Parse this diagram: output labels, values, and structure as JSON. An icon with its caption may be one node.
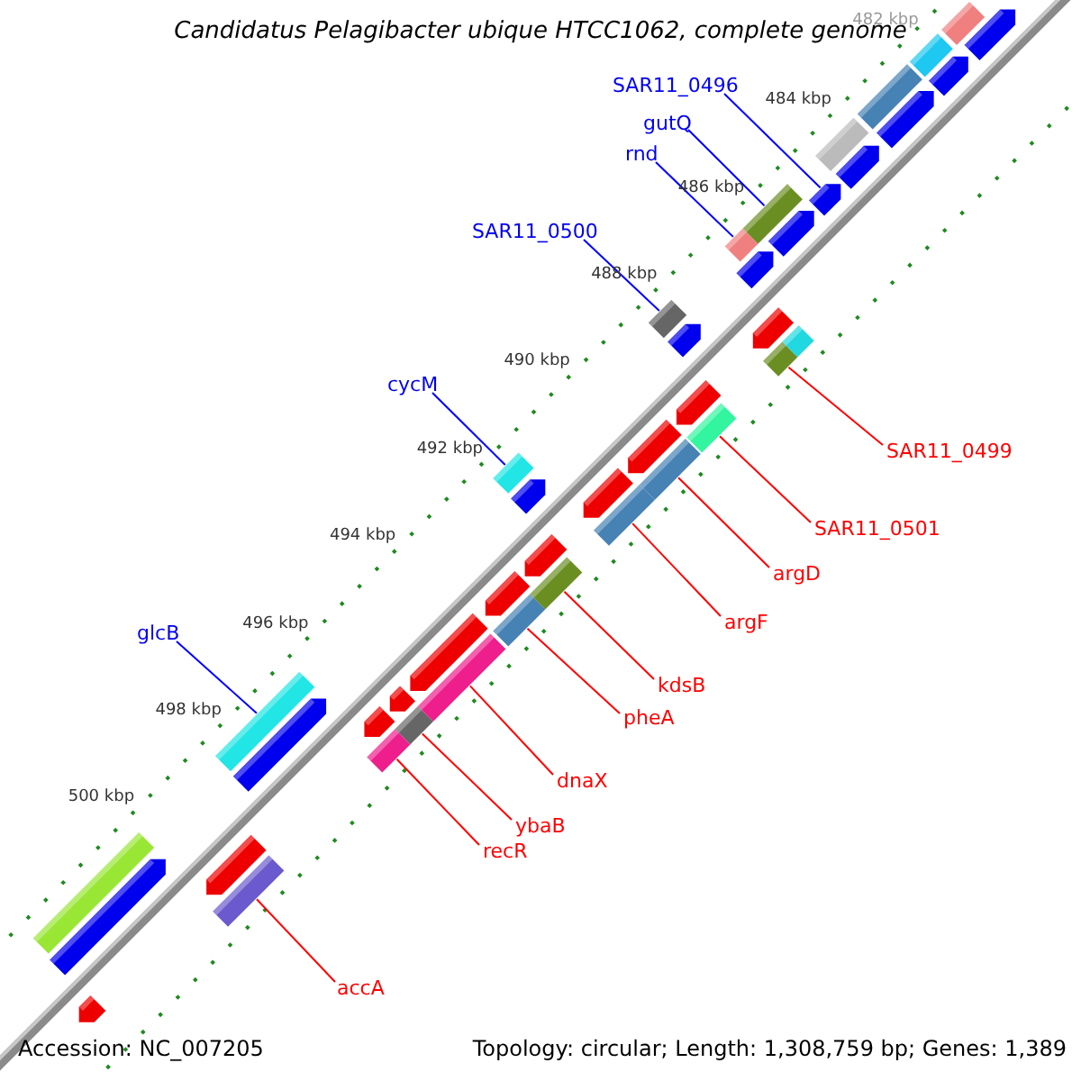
{
  "diagram": {
    "title": "Candidatus Pelagibacter ubique HTCC1062, complete genome",
    "nodes": [
      {
        "text": [
          "SAR11_0496"
        ]
      },
      {
        "text": [
          "gutQ"
        ]
      },
      {
        "text": [
          "rnd"
        ]
      },
      {
        "text": [
          "SAR11_0500"
        ]
      },
      {
        "text": [
          "cycM"
        ]
      },
      {
        "text": [
          "SAR11_0499"
        ]
      },
      {
        "text": [
          "SAR11_0501"
        ]
      },
      {
        "text": [
          "argD"
        ]
      },
      {
        "text": [
          "argF"
        ]
      },
      {
        "text": [
          "glcB"
        ]
      },
      {
        "text": [
          "kdsB"
        ]
      },
      {
        "text": [
          "pheA"
        ]
      },
      {
        "text": [
          "dnaX"
        ]
      },
      {
        "text": [
          "ybaB"
        ]
      },
      {
        "text": [
          "recR"
        ]
      },
      {
        "text": [
          "accA"
        ]
      },
      {
        "text": [],
        "shape": "bar"
      },
      {
        "text": [],
        "shape": "arrow"
      },
      {
        "text": [],
        "shape": "bar"
      },
      {
        "text": [],
        "shape": "arrow"
      },
      {
        "text": [],
        "shape": "bar"
      },
      {
        "text": [],
        "shape": "arrow"
      },
      {
        "text": [],
        "shape": "bar"
      },
      {
        "text": [],
        "shape": "arrow"
      },
      {
        "text": [],
        "shape": "arrow"
      },
      {
        "text": [],
        "shape": "bar"
      },
      {
        "text": [],
        "shape": "arrow"
      },
      {
        "text": [],
        "shape": "bar"
      },
      {
        "text": [],
        "shape": "arrow"
      },
      {
        "text": [],
        "shape": "bar"
      },
      {
        "text": [],
        "shape": "arrow"
      },
      {
        "text": [],
        "shape": "arrow"
      },
      {
        "text": [],
        "shape": "bar"
      },
      {
        "text": [],
        "shape": "bar"
      },
      {
        "text": [],
        "shape": "arrow"
      },
      {
        "text": [],
        "shape": "bar"
      },
      {
        "text": [],
        "shape": "arrow"
      },
      {
        "text": [],
        "shape": "bar"
      },
      {
        "text": [],
        "shape": "bar"
      },
      {
        "text": [],
        "shape": "arrow"
      },
      {
        "text": [],
        "shape": "arrow"
      },
      {
        "text": [],
        "shape": "bar"
      },
      {
        "text": [],
        "shape": "arrow"
      },
      {
        "text": [],
        "shape": "bar"
      },
      {
        "text": [],
        "shape": "arrow"
      },
      {
        "text": [],
        "shape": "bar"
      },
      {
        "text": [],
        "shape": "arrow"
      },
      {
        "text": [],
        "shape": "bar"
      },
      {
        "text": [],
        "shape": "arrow"
      },
      {
        "text": [],
        "shape": "bar"
      },
      {
        "text": [],
        "shape": "arrow"
      },
      {
        "text": [],
        "shape": "bar"
      },
      {
        "text": [],
        "shape": "arrow"
      },
      {
        "text": [],
        "shape": "bar"
      },
      {
        "text": [],
        "shape": "arrow"
      },
      {
        "text": [],
        "shape": "bar"
      },
      {
        "text": [],
        "shape": "bar"
      },
      {
        "text": [],
        "shape": "arrow"
      },
      {
        "text": [],
        "shape": "arrow"
      }
    ],
    "edges": [
      {
        "from": 0,
        "to": 24,
        "arrow": "none",
        "color": "#0000ff"
      },
      {
        "from": 1,
        "to": 25,
        "arrow": "none",
        "color": "#0000ff"
      },
      {
        "from": 2,
        "to": 27,
        "arrow": "none",
        "color": "#0000ff"
      },
      {
        "from": 3,
        "to": 29,
        "arrow": "none",
        "color": "#0000ff"
      },
      {
        "from": 4,
        "to": 38,
        "arrow": "none",
        "color": "#0000ff"
      },
      {
        "from": 5,
        "to": 33,
        "arrow": "none",
        "color": "#ff0000"
      },
      {
        "from": 6,
        "to": 35,
        "arrow": "none",
        "color": "#ff0000"
      },
      {
        "from": 7,
        "to": 37,
        "arrow": "none",
        "color": "#ff0000"
      },
      {
        "from": 8,
        "to": 41,
        "arrow": "none",
        "color": "#ff0000"
      },
      {
        "from": 9,
        "to": 49,
        "arrow": "none",
        "color": "#0000ff"
      },
      {
        "from": 10,
        "to": 43,
        "arrow": "none",
        "color": "#ff0000"
      },
      {
        "from": 11,
        "to": 45,
        "arrow": "none",
        "color": "#ff0000"
      },
      {
        "from": 12,
        "to": 47,
        "arrow": "none",
        "color": "#ff0000"
      },
      {
        "from": 13,
        "to": 51,
        "arrow": "none",
        "color": "#ff0000"
      },
      {
        "from": 14,
        "to": 53,
        "arrow": "none",
        "color": "#ff0000"
      },
      {
        "from": 15,
        "to": 55,
        "arrow": "none",
        "color": "#ff0000"
      }
    ],
    "labels": [
      "482 kbp",
      "484 kbp",
      "486 kbp",
      "488 kbp",
      "490 kbp",
      "492 kbp",
      "494 kbp",
      "496 kbp",
      "498 kbp",
      "500 kbp",
      "Accession: NC_007205",
      "Topology: circular; Length: 1,308,759 bp; Genes: 1,389"
    ]
  }
}
